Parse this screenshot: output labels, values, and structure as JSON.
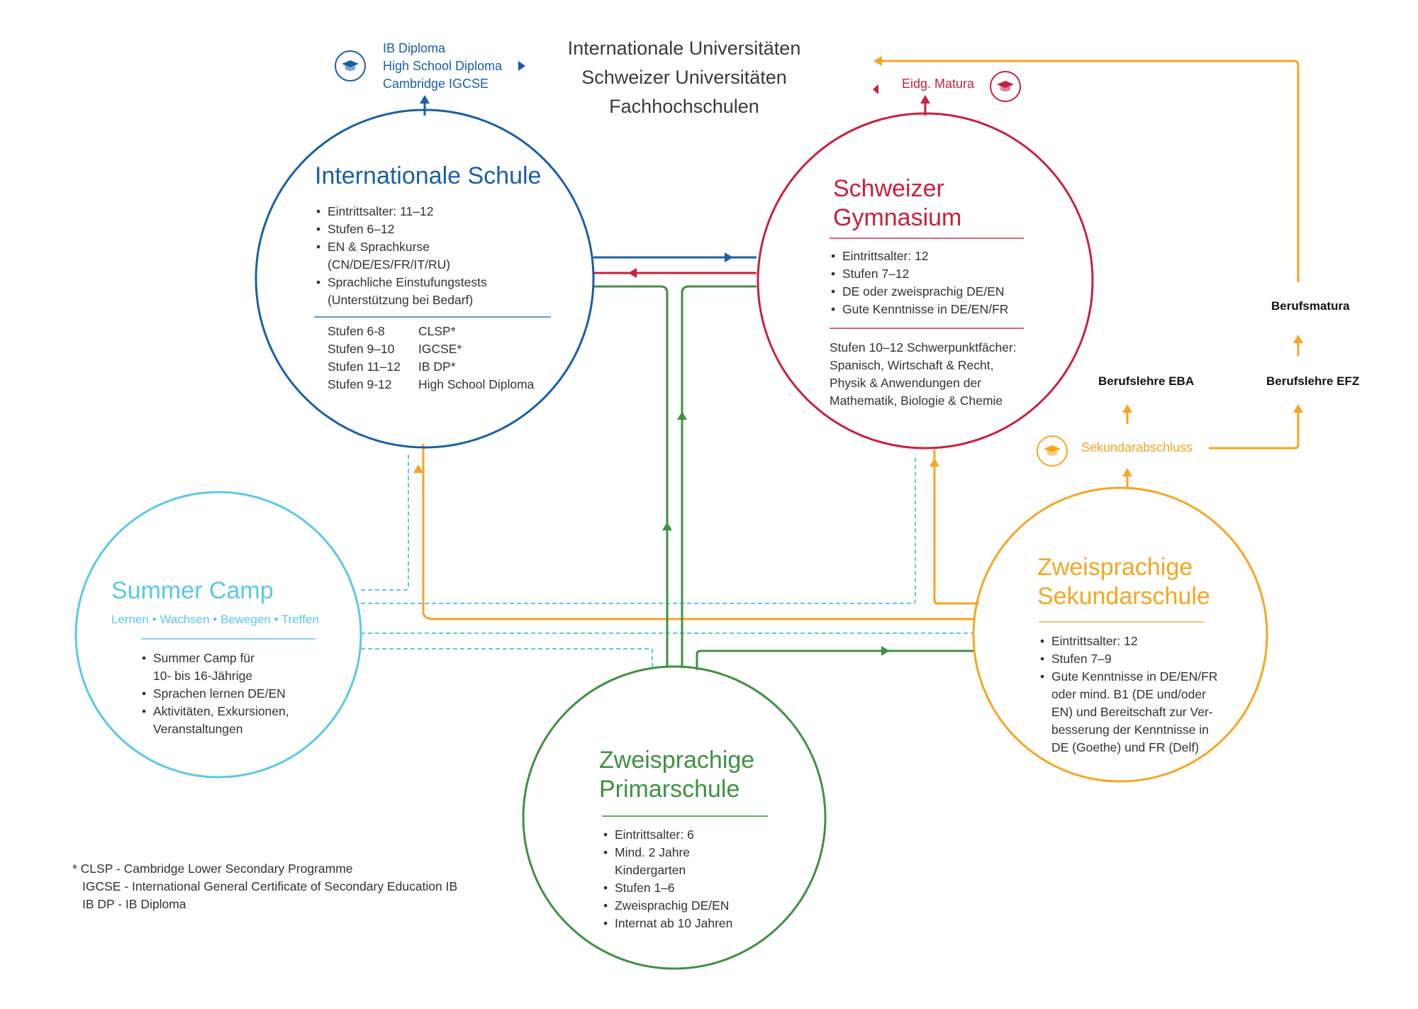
{
  "colors": {
    "international": "#1a5fa6",
    "gymnasium": "#c8213f",
    "primar": "#3f9142",
    "sekundar": "#f5a623",
    "summer": "#5bc8e8",
    "text": "#333333"
  },
  "destinations": {
    "lines": [
      "Internationale Universitäten",
      "Schweizer Universitäten",
      "Fachhochschulen"
    ]
  },
  "international_exits": {
    "icon": "graduation-cap-icon",
    "lines": [
      "IB Diploma",
      "High School Diploma",
      "Cambridge IGCSE"
    ]
  },
  "gymnasium_exit": {
    "icon": "graduation-cap-icon",
    "label": "Eidg. Matura"
  },
  "vocational": {
    "sekundarabschluss": "Sekundarabschluss",
    "sekundar_icon": "graduation-cap-icon",
    "berufslehre_eba": "Berufslehre EBA",
    "berufslehre_efz": "Berufslehre EFZ",
    "berufsmatura": "Berufsmatura"
  },
  "schools": {
    "international": {
      "title": "Internationale Schule",
      "items": [
        {
          "text": "Eintrittsalter: 11–12"
        },
        {
          "text": "Stufen 6–12"
        },
        {
          "text": "EN & Sprachkurse",
          "cont": "(CN/DE/ES/FR/IT/RU)"
        },
        {
          "text": "Sprachliche Einstufungstests",
          "cont": "(Unterstützung bei Bedarf)"
        }
      ],
      "programmes": [
        {
          "level": "Stufen 6-8",
          "programme": "CLSP*"
        },
        {
          "level": "Stufen 9–10",
          "programme": "IGCSE*"
        },
        {
          "level": "Stufen 11–12",
          "programme": "IB DP*"
        },
        {
          "level": "Stufen 9-12",
          "programme": "High School Diploma"
        }
      ]
    },
    "gymnasium": {
      "title_lines": [
        "Schweizer",
        "Gymnasium"
      ],
      "items": [
        {
          "text": "Eintrittsalter: 12"
        },
        {
          "text": "Stufen 7–12"
        },
        {
          "text": "DE oder zweisprachig DE/EN"
        },
        {
          "text": "Gute Kenntnisse in DE/EN/FR"
        }
      ],
      "focus_lines": [
        "Stufen 10–12 Schwerpunktfächer:",
        "Spanisch, Wirtschaft & Recht,",
        "Physik & Anwendungen der",
        "Mathematik,  Biologie & Chemie"
      ]
    },
    "summer_camp": {
      "title": "Summer Camp",
      "subtitle": "Lernen • Wachsen • Bewegen •  Treffen",
      "items": [
        {
          "text": "Summer Camp für",
          "cont": "10- bis 16-Jährige"
        },
        {
          "text": "Sprachen lernen DE/EN"
        },
        {
          "text": "Aktivitäten, Exkursionen,",
          "cont": "Veranstaltungen"
        }
      ]
    },
    "primar": {
      "title_lines": [
        "Zweisprachige",
        "Primarschule"
      ],
      "items": [
        {
          "text": "Eintrittsalter: 6"
        },
        {
          "text": "Mind. 2 Jahre",
          "cont": "Kindergarten"
        },
        {
          "text": "Stufen 1–6"
        },
        {
          "text": "Zweisprachig DE/EN"
        },
        {
          "text": "Internat ab 10 Jahren"
        }
      ]
    },
    "sekundar": {
      "title_lines": [
        "Zweisprachige",
        "Sekundarschule"
      ],
      "items": [
        {
          "text": "Eintrittsalter: 12"
        },
        {
          "text": "Stufen 7–9"
        },
        {
          "text": "Gute Kenntnisse in DE/EN/FR",
          "cont_lines": [
            "oder mind. B1 (DE und/oder",
            "EN) und Bereitschaft zur Ver-",
            "besserung der Kenntnisse in",
            "DE (Goethe) und FR (Delf)"
          ]
        }
      ]
    }
  },
  "footnote": {
    "lines": [
      "* CLSP - Cambridge Lower Secondary Programme",
      "IGCSE - International General Certificate of Secondary Education IB",
      "IB DP - IB Diploma"
    ]
  }
}
